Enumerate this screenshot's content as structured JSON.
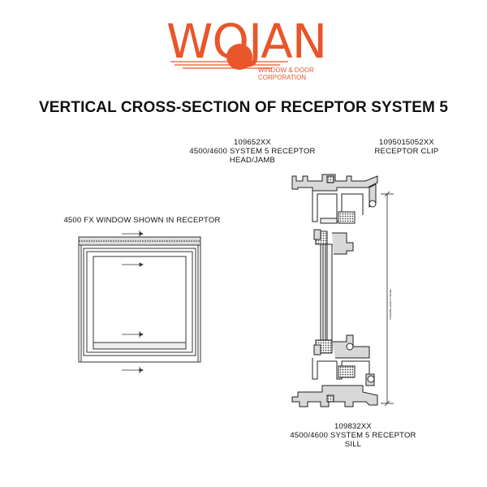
{
  "logo": {
    "word": "WOJAN",
    "sub_line1": "WINDOW & DOOR",
    "sub_line2": "CORPORATION",
    "brand_color": "#e8562a"
  },
  "title": "VERTICAL CROSS-SECTION OF RECEPTOR SYSTEM 5",
  "callouts": {
    "head": {
      "part_number": "109652XX",
      "line2": "4500/4600 SYSTEM 5 RECEPTOR",
      "line3": "HEAD/JAMB"
    },
    "clip": {
      "part_number": "1095015052XX",
      "line2": "RECEPTOR CLIP"
    },
    "window": {
      "label": "4500 FX WINDOW SHOWN IN RECEPTOR"
    },
    "sill": {
      "part_number": "109832XX",
      "line2": "4500/4600 SYSTEM 5 RECEPTOR",
      "line3": "SILL"
    }
  },
  "dimension_label": "OPENING HEIGHT FRAME",
  "colors": {
    "line": "#222222",
    "frame_gray": "#d8d8d8",
    "hatch": "#555555"
  }
}
